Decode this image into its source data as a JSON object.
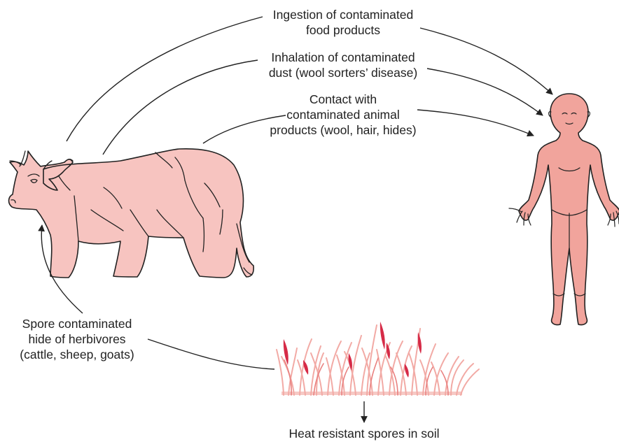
{
  "labels": {
    "ingestion": {
      "line1": "Ingestion of contaminated",
      "line2": "food products"
    },
    "inhalation": {
      "line1": "Inhalation of contaminated",
      "line2": "dust (wool sorters’ disease)"
    },
    "contact": {
      "line1": "Contact with",
      "line2": "contaminated animal",
      "line3": "products (wool, hair, hides)"
    },
    "spore_hide": {
      "line1": "Spore contaminated",
      "line2": "hide of herbivores",
      "line3": "(cattle, sheep, goats)"
    },
    "soil": "Heat resistant spores in soil"
  },
  "figures": {
    "animal": "cow",
    "human": "human-figure",
    "soil": "grass-with-spores"
  },
  "colors": {
    "cow_fill": "#f7c4c0",
    "human_fill": "#f1a49c",
    "grass": "#f0a9a4",
    "grass_accent": "#d62b47",
    "line": "#222222"
  }
}
